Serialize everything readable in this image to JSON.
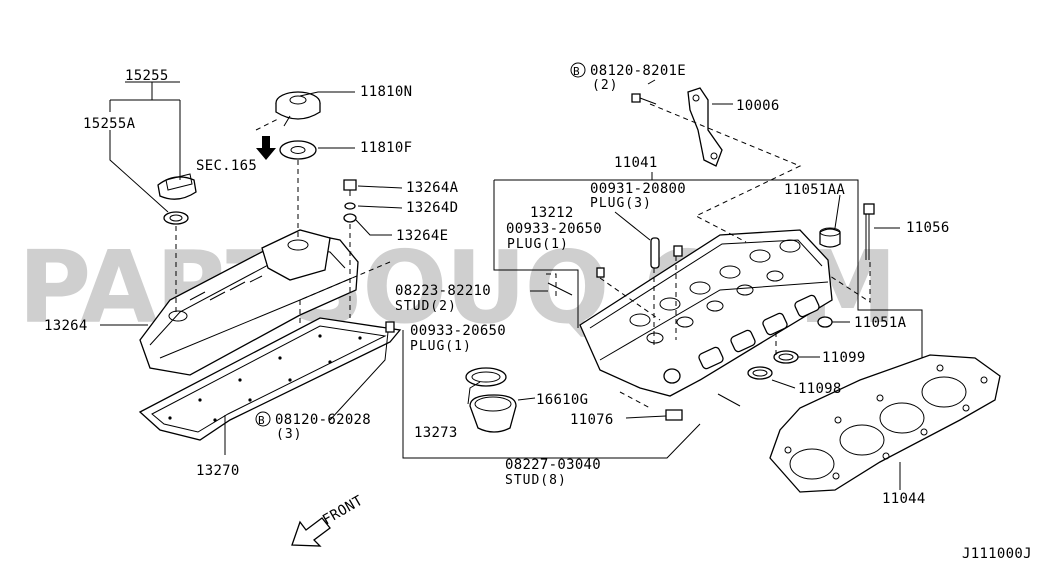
{
  "watermark": "PARTSOUQ.COM",
  "diagram_code": "J111000J",
  "front_label": "FRONT",
  "sec_ref": "SEC.165",
  "labels": {
    "p15255": "15255",
    "p15255a": "15255A",
    "p11810n": "11810N",
    "p11810f": "11810F",
    "p13264a": "13264A",
    "p13264d": "13264D",
    "p13264e": "13264E",
    "p13264": "13264",
    "p08120_62028": "08120-62028",
    "p08120_62028_qty": "(3)",
    "p13270": "13270",
    "p08120_8201e": "08120-8201E",
    "p08120_8201e_qty": "(2)",
    "p10006": "10006",
    "p11041": "11041",
    "p00931_20800": "00931-20800",
    "p00931_20800_sub": "PLUG(3)",
    "p13212": "13212",
    "p00933_20650_a": "00933-20650",
    "p00933_20650_a_sub": "PLUG(1)",
    "p08223_82210": "08223-82210",
    "p08223_82210_sub": "STUD(2)",
    "p00933_20650_b": "00933-20650",
    "p00933_20650_b_sub": "PLUG(1)",
    "p11051aa": "11051AA",
    "p11056": "11056",
    "p11051a": "11051A",
    "p11099": "11099",
    "p11098": "11098",
    "p16610g": "16610G",
    "p13273": "13273",
    "p11076": "11076",
    "p08227_03040": "08227-03040",
    "p08227_03040_sub": "STUD(8)",
    "p11044": "11044",
    "bolt_letter": "B"
  }
}
